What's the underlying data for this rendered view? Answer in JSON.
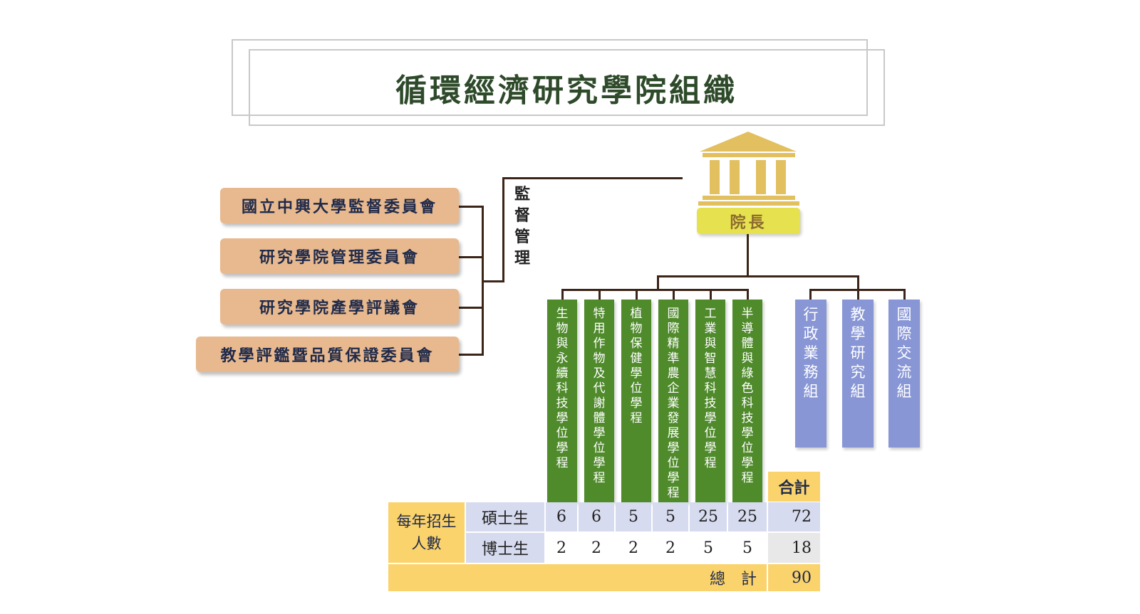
{
  "title": "循環經濟研究學院組織",
  "boards": [
    "國立中興大學監督委員會",
    "研究學院管理委員會",
    "研究學院產學評議會",
    "教學評鑑暨品質保證委員會"
  ],
  "supervision_label": "監督管理",
  "dean_label": "院長",
  "programs": [
    "生物與永續科技學位學程",
    "特用作物及代謝體學位學程",
    "植物保健學位學程",
    "國際精準農企業發展學位學程",
    "工業與智慧科技學位學程",
    "半導體與綠色科技學位學程"
  ],
  "units": [
    "行政業務組",
    "教學研究組",
    "國際交流組"
  ],
  "table": {
    "total_header": "合計",
    "row_group_label": "每年招生人數",
    "rows": [
      {
        "label": "碩士生",
        "values": [
          "6",
          "6",
          "5",
          "5",
          "25",
          "25"
        ],
        "total": "72"
      },
      {
        "label": "博士生",
        "values": [
          "2",
          "2",
          "2",
          "2",
          "5",
          "5"
        ],
        "total": "18"
      }
    ],
    "grand_total_label": "總　計",
    "grand_total": "90"
  },
  "colors": {
    "title_text": "#2e4a2a",
    "board_fill": "#e8b98e",
    "dean_fill": "#e6e24f",
    "program_fill": "#4f8a2b",
    "unit_fill": "#8896d6",
    "building": "#e2bf5f",
    "table_yellow": "#fbd36c",
    "table_lavender": "#d7dbef"
  },
  "icons": {
    "building": "building-columns-icon"
  }
}
